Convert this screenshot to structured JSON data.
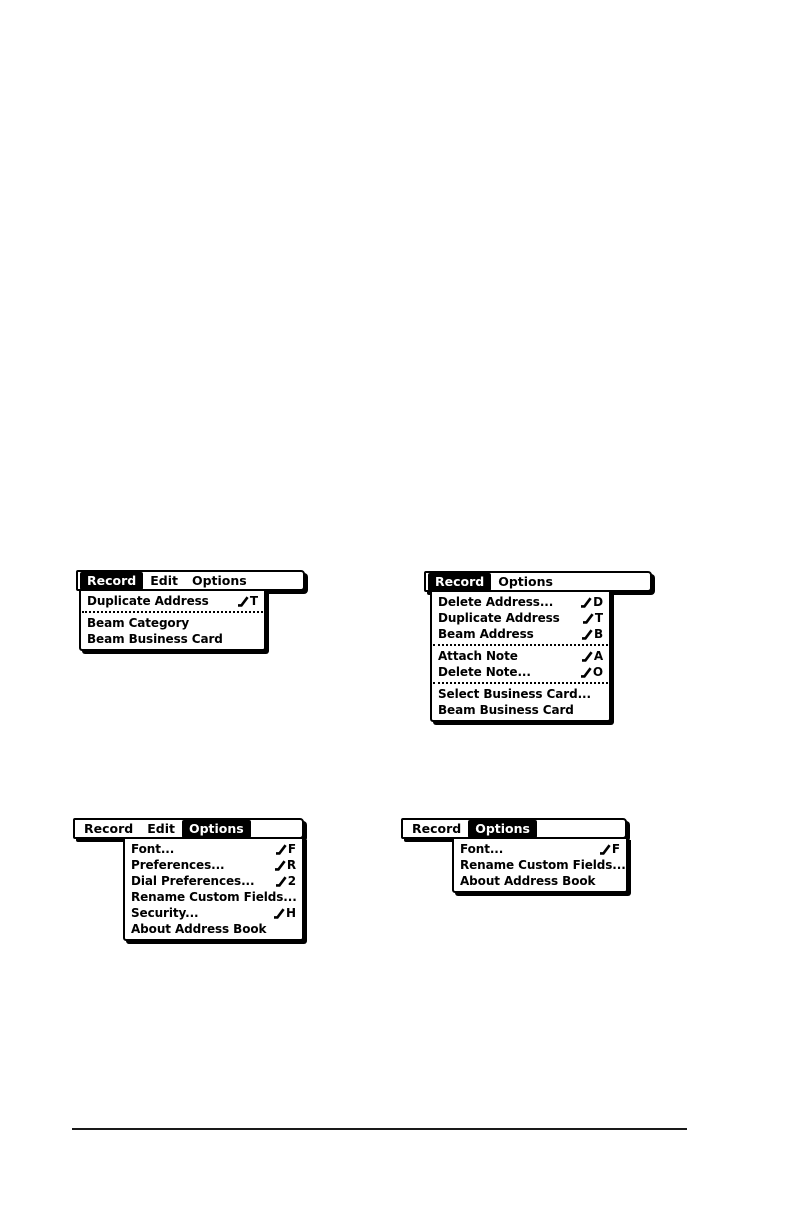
{
  "page": {
    "background": "#ffffff",
    "footer_rule_color": "#1a1a1a"
  },
  "menus": [
    {
      "name": "record-menu-with-edit",
      "bar": {
        "items": [
          {
            "label": "Record",
            "active": true
          },
          {
            "label": "Edit",
            "active": false
          },
          {
            "label": "Options",
            "active": false
          }
        ]
      },
      "groups": [
        {
          "items": [
            {
              "label": "Duplicate Address",
              "shortcut": "T"
            }
          ]
        },
        {
          "items": [
            {
              "label": "Beam Category",
              "shortcut": ""
            },
            {
              "label": "Beam Business Card",
              "shortcut": ""
            }
          ]
        }
      ]
    },
    {
      "name": "record-menu-address-view",
      "bar": {
        "items": [
          {
            "label": "Record",
            "active": true
          },
          {
            "label": "Options",
            "active": false
          }
        ]
      },
      "groups": [
        {
          "items": [
            {
              "label": "Delete Address...",
              "shortcut": "D"
            },
            {
              "label": "Duplicate Address",
              "shortcut": "T"
            },
            {
              "label": "Beam Address",
              "shortcut": "B"
            }
          ]
        },
        {
          "items": [
            {
              "label": "Attach Note",
              "shortcut": "A"
            },
            {
              "label": "Delete Note...",
              "shortcut": "O"
            }
          ]
        },
        {
          "items": [
            {
              "label": "Select Business Card...",
              "shortcut": ""
            },
            {
              "label": "Beam Business Card",
              "shortcut": ""
            }
          ]
        }
      ]
    },
    {
      "name": "options-menu-with-edit",
      "bar": {
        "items": [
          {
            "label": "Record",
            "active": false
          },
          {
            "label": "Edit",
            "active": false
          },
          {
            "label": "Options",
            "active": true
          }
        ]
      },
      "groups": [
        {
          "items": [
            {
              "label": "Font...",
              "shortcut": "F"
            },
            {
              "label": "Preferences...",
              "shortcut": "R"
            },
            {
              "label": "Dial Preferences...",
              "shortcut": "2"
            },
            {
              "label": "Rename Custom Fields...",
              "shortcut": ""
            },
            {
              "label": "Security...",
              "shortcut": "H"
            },
            {
              "label": "About Address Book",
              "shortcut": ""
            }
          ]
        }
      ]
    },
    {
      "name": "options-menu-address-view",
      "bar": {
        "items": [
          {
            "label": "Record",
            "active": false
          },
          {
            "label": "Options",
            "active": true
          }
        ]
      },
      "groups": [
        {
          "items": [
            {
              "label": "Font...",
              "shortcut": "F"
            },
            {
              "label": "Rename Custom Fields...",
              "shortcut": ""
            },
            {
              "label": "About Address Book",
              "shortcut": ""
            }
          ]
        }
      ]
    }
  ]
}
